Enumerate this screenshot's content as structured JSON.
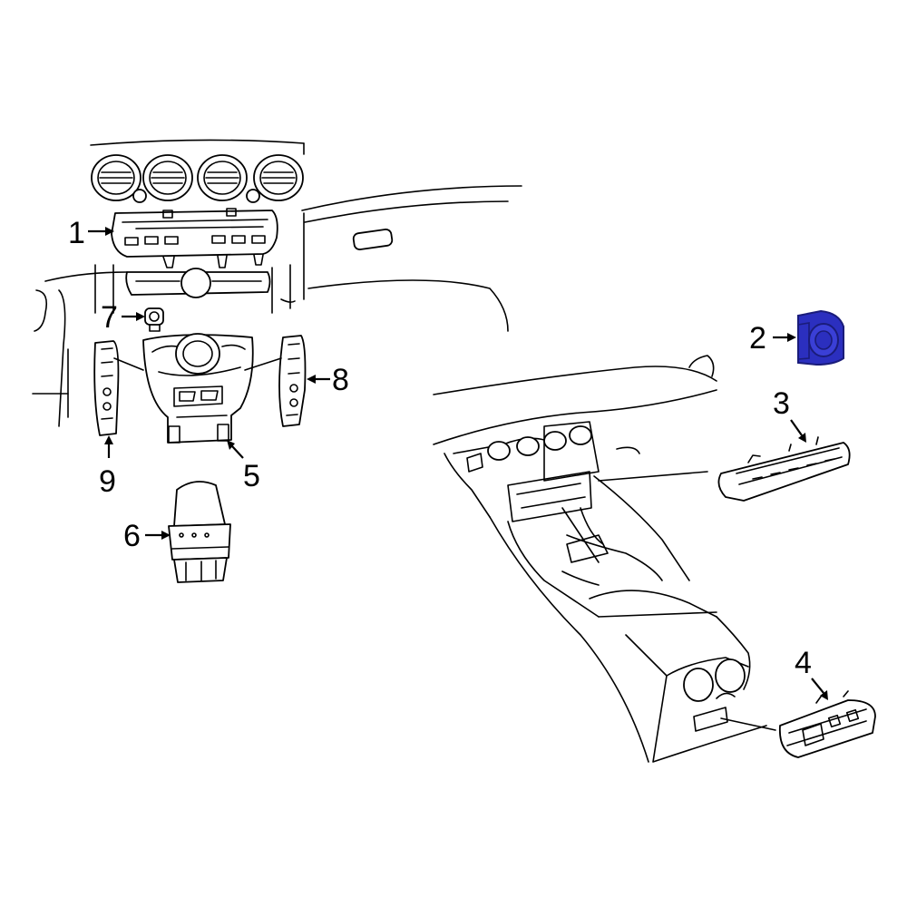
{
  "callouts": [
    {
      "id": "1",
      "label": "1"
    },
    {
      "id": "2",
      "label": "2"
    },
    {
      "id": "3",
      "label": "3"
    },
    {
      "id": "4",
      "label": "4"
    },
    {
      "id": "5",
      "label": "5"
    },
    {
      "id": "6",
      "label": "6"
    },
    {
      "id": "7",
      "label": "7"
    },
    {
      "id": "8",
      "label": "8"
    },
    {
      "id": "9",
      "label": "9"
    }
  ],
  "colors": {
    "line": "#000000",
    "background": "#ffffff",
    "highlight_fill": "#2b2fbf",
    "highlight_dark": "#1a1c7a"
  },
  "highlighted_part": "2"
}
